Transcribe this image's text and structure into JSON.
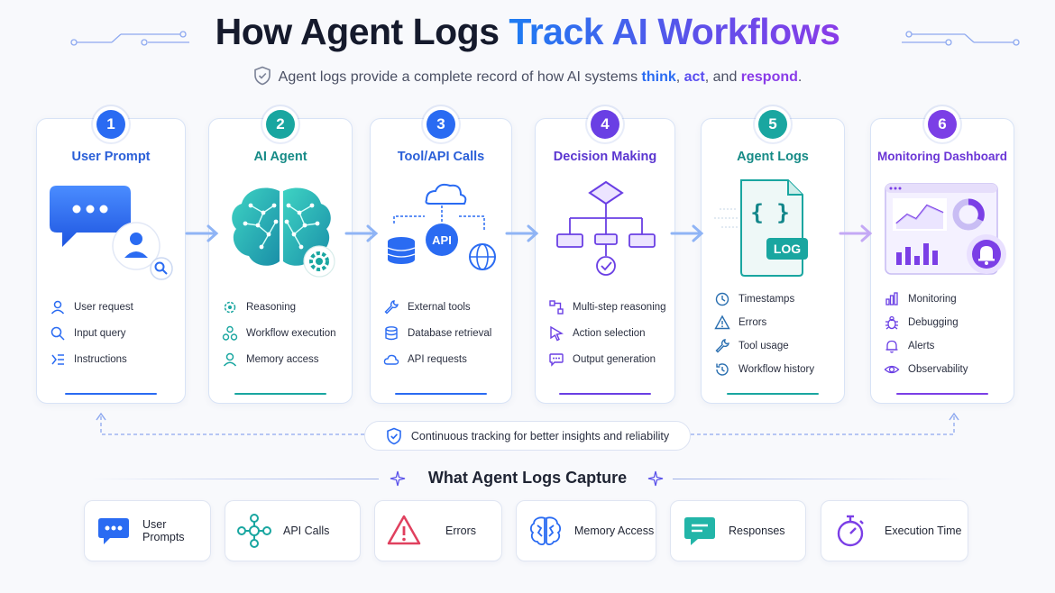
{
  "header": {
    "title_part1": "How Agent Logs ",
    "title_part2": "Track AI Workflows",
    "subtitle_prefix": "Agent logs provide a complete record of how AI systems ",
    "kw_think": "think",
    "kw_sep1": ", ",
    "kw_act": "act",
    "kw_sep2": ", and ",
    "kw_respond": "respond",
    "subtitle_suffix": "."
  },
  "steps": [
    {
      "number": "1",
      "title": "User Prompt",
      "color": "#2a6bf2",
      "items": [
        {
          "icon": "user-icon",
          "label": "User request"
        },
        {
          "icon": "search-icon",
          "label": "Input query"
        },
        {
          "icon": "instructions-icon",
          "label": "Instructions"
        }
      ]
    },
    {
      "number": "2",
      "title": "AI Agent",
      "color": "#19a6a0",
      "items": [
        {
          "icon": "gear-brain-icon",
          "label": "Reasoning"
        },
        {
          "icon": "workflow-icon",
          "label": "Workflow execution"
        },
        {
          "icon": "memory-icon",
          "label": "Memory access"
        }
      ]
    },
    {
      "number": "3",
      "title": "Tool/API Calls",
      "color": "#2a6bf2",
      "items": [
        {
          "icon": "wrench-icon",
          "label": "External tools"
        },
        {
          "icon": "database-icon",
          "label": "Database retrieval"
        },
        {
          "icon": "cloud-icon",
          "label": "API requests"
        }
      ]
    },
    {
      "number": "4",
      "title": "Decision Making",
      "color": "#6a3fe4",
      "items": [
        {
          "icon": "steps-icon",
          "label": "Multi-step reasoning"
        },
        {
          "icon": "cursor-icon",
          "label": "Action selection"
        },
        {
          "icon": "chat-icon",
          "label": "Output generation"
        }
      ]
    },
    {
      "number": "5",
      "title": "Agent Logs",
      "color": "#19a6a0",
      "items": [
        {
          "icon": "clock-icon",
          "label": "Timestamps"
        },
        {
          "icon": "warning-icon",
          "label": "Errors"
        },
        {
          "icon": "wrench-icon",
          "label": "Tool usage"
        },
        {
          "icon": "history-icon",
          "label": "Workflow history"
        }
      ]
    },
    {
      "number": "6",
      "title": "Monitoring Dashboard",
      "color": "#7b3fe6",
      "items": [
        {
          "icon": "bar-chart-icon",
          "label": "Monitoring"
        },
        {
          "icon": "bug-icon",
          "label": "Debugging"
        },
        {
          "icon": "bell-icon",
          "label": "Alerts"
        },
        {
          "icon": "eye-icon",
          "label": "Observability"
        }
      ]
    }
  ],
  "illustrations": {
    "api_label": "API",
    "log_label": "LOG",
    "code_braces": "{ }"
  },
  "tracking_note": "Continuous tracking for better insights and reliability",
  "capture": {
    "title": "What Agent Logs Capture",
    "items": [
      {
        "icon": "chat-bubble-icon",
        "label": "User Prompts"
      },
      {
        "icon": "api-network-icon",
        "label": "API Calls"
      },
      {
        "icon": "warning-icon",
        "label": "Errors"
      },
      {
        "icon": "brain-icon",
        "label": "Memory Access"
      },
      {
        "icon": "response-icon",
        "label": "Responses"
      },
      {
        "icon": "stopwatch-icon",
        "label": "Execution Time"
      }
    ]
  }
}
